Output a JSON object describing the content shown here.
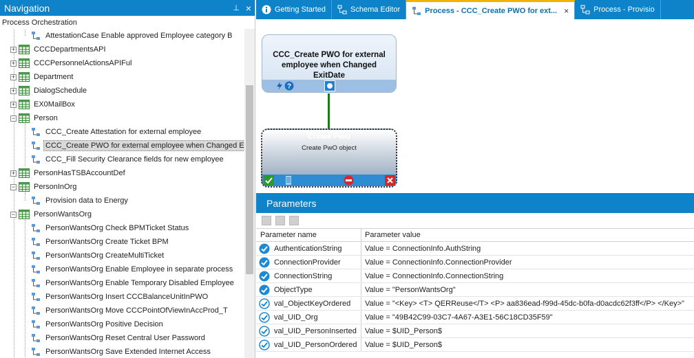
{
  "navigation": {
    "title": "Navigation",
    "pin_glyph": "⊥",
    "close_glyph": "×",
    "root_label": "Process Orchestration",
    "items": [
      {
        "label": "AttestationCase Enable approved Employee category B"
      },
      {
        "label": "CCCDepartmentsAPI"
      },
      {
        "label": "CCCPersonnelActionsAPIFul"
      },
      {
        "label": "Department"
      },
      {
        "label": "DialogSchedule"
      },
      {
        "label": "EX0MailBox"
      },
      {
        "label": "Person"
      },
      {
        "label": "CCC_Create Attestation for external employee"
      },
      {
        "label": "CCC_Create PWO for external employee when Changed ExitDate"
      },
      {
        "label": "CCC_Fill Security Clearance fields for new employee"
      },
      {
        "label": "PersonHasTSBAccountDef"
      },
      {
        "label": "PersonInOrg"
      },
      {
        "label": "Provision data to Energy"
      },
      {
        "label": "PersonWantsOrg"
      },
      {
        "label": "PersonWantsOrg Check BPMTicket Status"
      },
      {
        "label": "PersonWantsOrg Create Ticket BPM"
      },
      {
        "label": "PersonWantsOrg CreateMultiTicket"
      },
      {
        "label": "PersonWantsOrg Enable Employee in separate process"
      },
      {
        "label": "PersonWantsOrg Enable Temporary Disabled Employee"
      },
      {
        "label": "PersonWantsOrg Insert CCCBalanceUnitInPWO"
      },
      {
        "label": "PersonWantsOrg Move CCCPointOfViewInAccProd_T"
      },
      {
        "label": "PersonWantsOrg Positive Decision"
      },
      {
        "label": "PersonWantsOrg Reset Central User Password"
      },
      {
        "label": "PersonWantsOrg Save Extended Internet Access"
      }
    ]
  },
  "tabs": [
    {
      "label": "Getting Started"
    },
    {
      "label": "Schema Editor"
    },
    {
      "label": "Process - CCC_Create PWO for ext..."
    },
    {
      "label": "Process - Provisio"
    }
  ],
  "tab_close_glyph": "×",
  "canvas": {
    "top_node_title": "CCC_Create PWO for external employee when Changed ExitDate",
    "bottom_node_title": "Create PwO",
    "bottom_node_subtitle": "Create PwO object"
  },
  "parameters": {
    "title": "Parameters",
    "col_name": "Parameter name",
    "col_value": "Parameter value",
    "rows": [
      {
        "name": "AuthenticationString",
        "value": "Value = ConnectionInfo.AuthString"
      },
      {
        "name": "ConnectionProvider",
        "value": "Value = ConnectionInfo.ConnectionProvider"
      },
      {
        "name": "ConnectionString",
        "value": "Value = ConnectionInfo.ConnectionString"
      },
      {
        "name": "ObjectType",
        "value": "Value = \"PersonWantsOrg\""
      },
      {
        "name": "val_ObjectKeyOrdered",
        "value": "Value = \"<Key> <T> QERReuse</T> <P> aa836ead-f99d-45dc-b0fa-d0acdc62f3ff</P> </Key>\""
      },
      {
        "name": "val_UID_Org",
        "value": "Value = \"49B42C99-03C7-4A67-A3E1-56C18CD35F59\""
      },
      {
        "name": "val_UID_PersonInserted",
        "value": "Value =  $UID_Person$"
      },
      {
        "name": "val_UID_PersonOrdered",
        "value": "Value =  $UID_Person$"
      }
    ]
  },
  "colors": {
    "accent": "#0e83c9",
    "active_tab_marker": "#f0b400",
    "connector": "#1f7a1f"
  }
}
